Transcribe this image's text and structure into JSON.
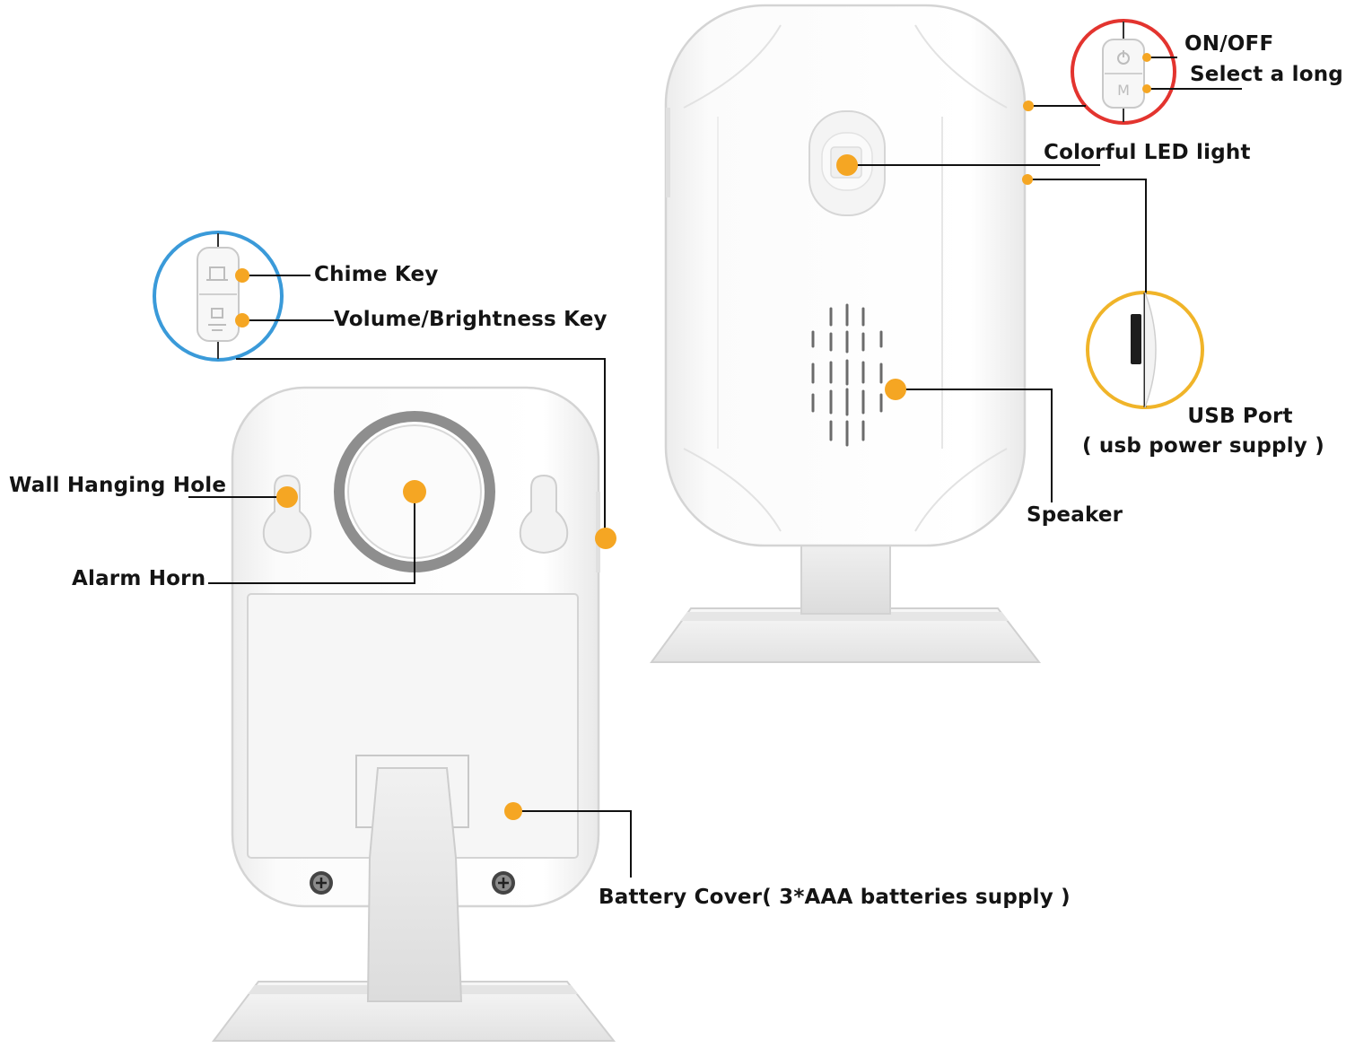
{
  "labels": {
    "on_off": "ON/OFF",
    "select_long": "Select a long",
    "led": "Colorful LED light",
    "usb_port": "USB Port",
    "usb_supply": "( usb power supply )",
    "speaker": "Speaker",
    "chime_key": "Chime Key",
    "volume_key": "Volume/Brightness Key",
    "wall_hole": "Wall Hanging Hole",
    "alarm_horn": "Alarm Horn",
    "battery_cover": "Battery Cover( 3*AAA batteries supply )"
  },
  "colors": {
    "callout_dot": "#f5a623",
    "on_off_circle": "#e3342f",
    "keys_circle": "#3a9ad9",
    "usb_circle": "#f0b429",
    "device_body": "#fbfbfb",
    "device_edge": "#d7d7d7"
  },
  "icons": {
    "power": "power-icon",
    "mode": "mode-m-icon",
    "chime": "bell-icon",
    "volume": "speaker-volume-icon"
  }
}
